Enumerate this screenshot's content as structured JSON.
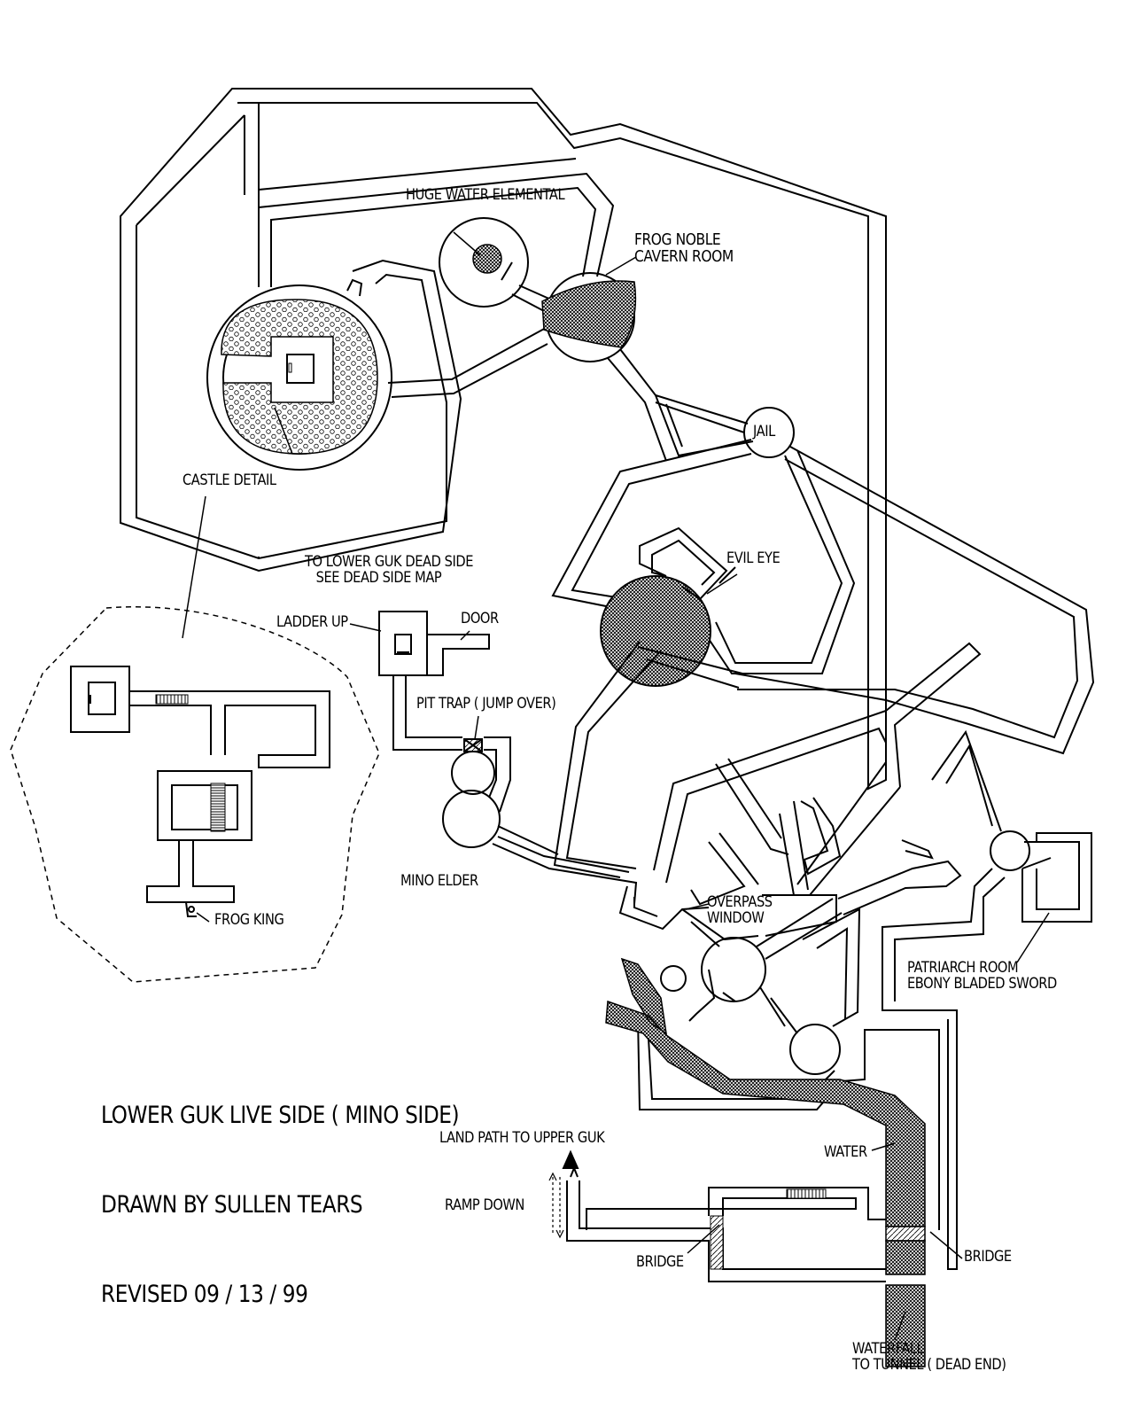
{
  "title_block": {
    "line1": "LOWER GUK LIVE SIDE ( MINO SIDE)",
    "line2": "DRAWN BY SULLEN TEARS",
    "line3": "REVISED 09 / 13 / 99"
  },
  "labels": {
    "water_elemental": "HUGE WATER ELEMENTAL",
    "frog_noble": "FROG NOBLE\nCAVERN ROOM",
    "jail": "JAIL",
    "castle_detail": "CASTLE DETAIL",
    "dead_side": "TO LOWER GUK DEAD SIDE\n   SEE DEAD SIDE MAP",
    "ladder_up": "LADDER UP",
    "door": "DOOR",
    "evil_eye": "EVIL EYE",
    "pit_trap": "PIT TRAP ( JUMP OVER)",
    "mino_elder": "MINO ELDER",
    "frog_king": "FROG KING",
    "overpass": "OVERPASS\nWINDOW",
    "patriarch": "PATRIARCH ROOM\nEBONY BLADED SWORD",
    "land_path": "LAND PATH TO UPPER GUK",
    "water": "WATER",
    "ramp_down": "RAMP DOWN",
    "bridge_left": "BRIDGE",
    "bridge_right": "BRIDGE",
    "waterfall": "WATERFALL\nTO TUNNEL ( DEAD END)"
  },
  "colors": {
    "ink": "#000000",
    "paper": "#ffffff",
    "water_fill": "#6e6e6e",
    "hatch_fill": "#8a8a8a"
  }
}
